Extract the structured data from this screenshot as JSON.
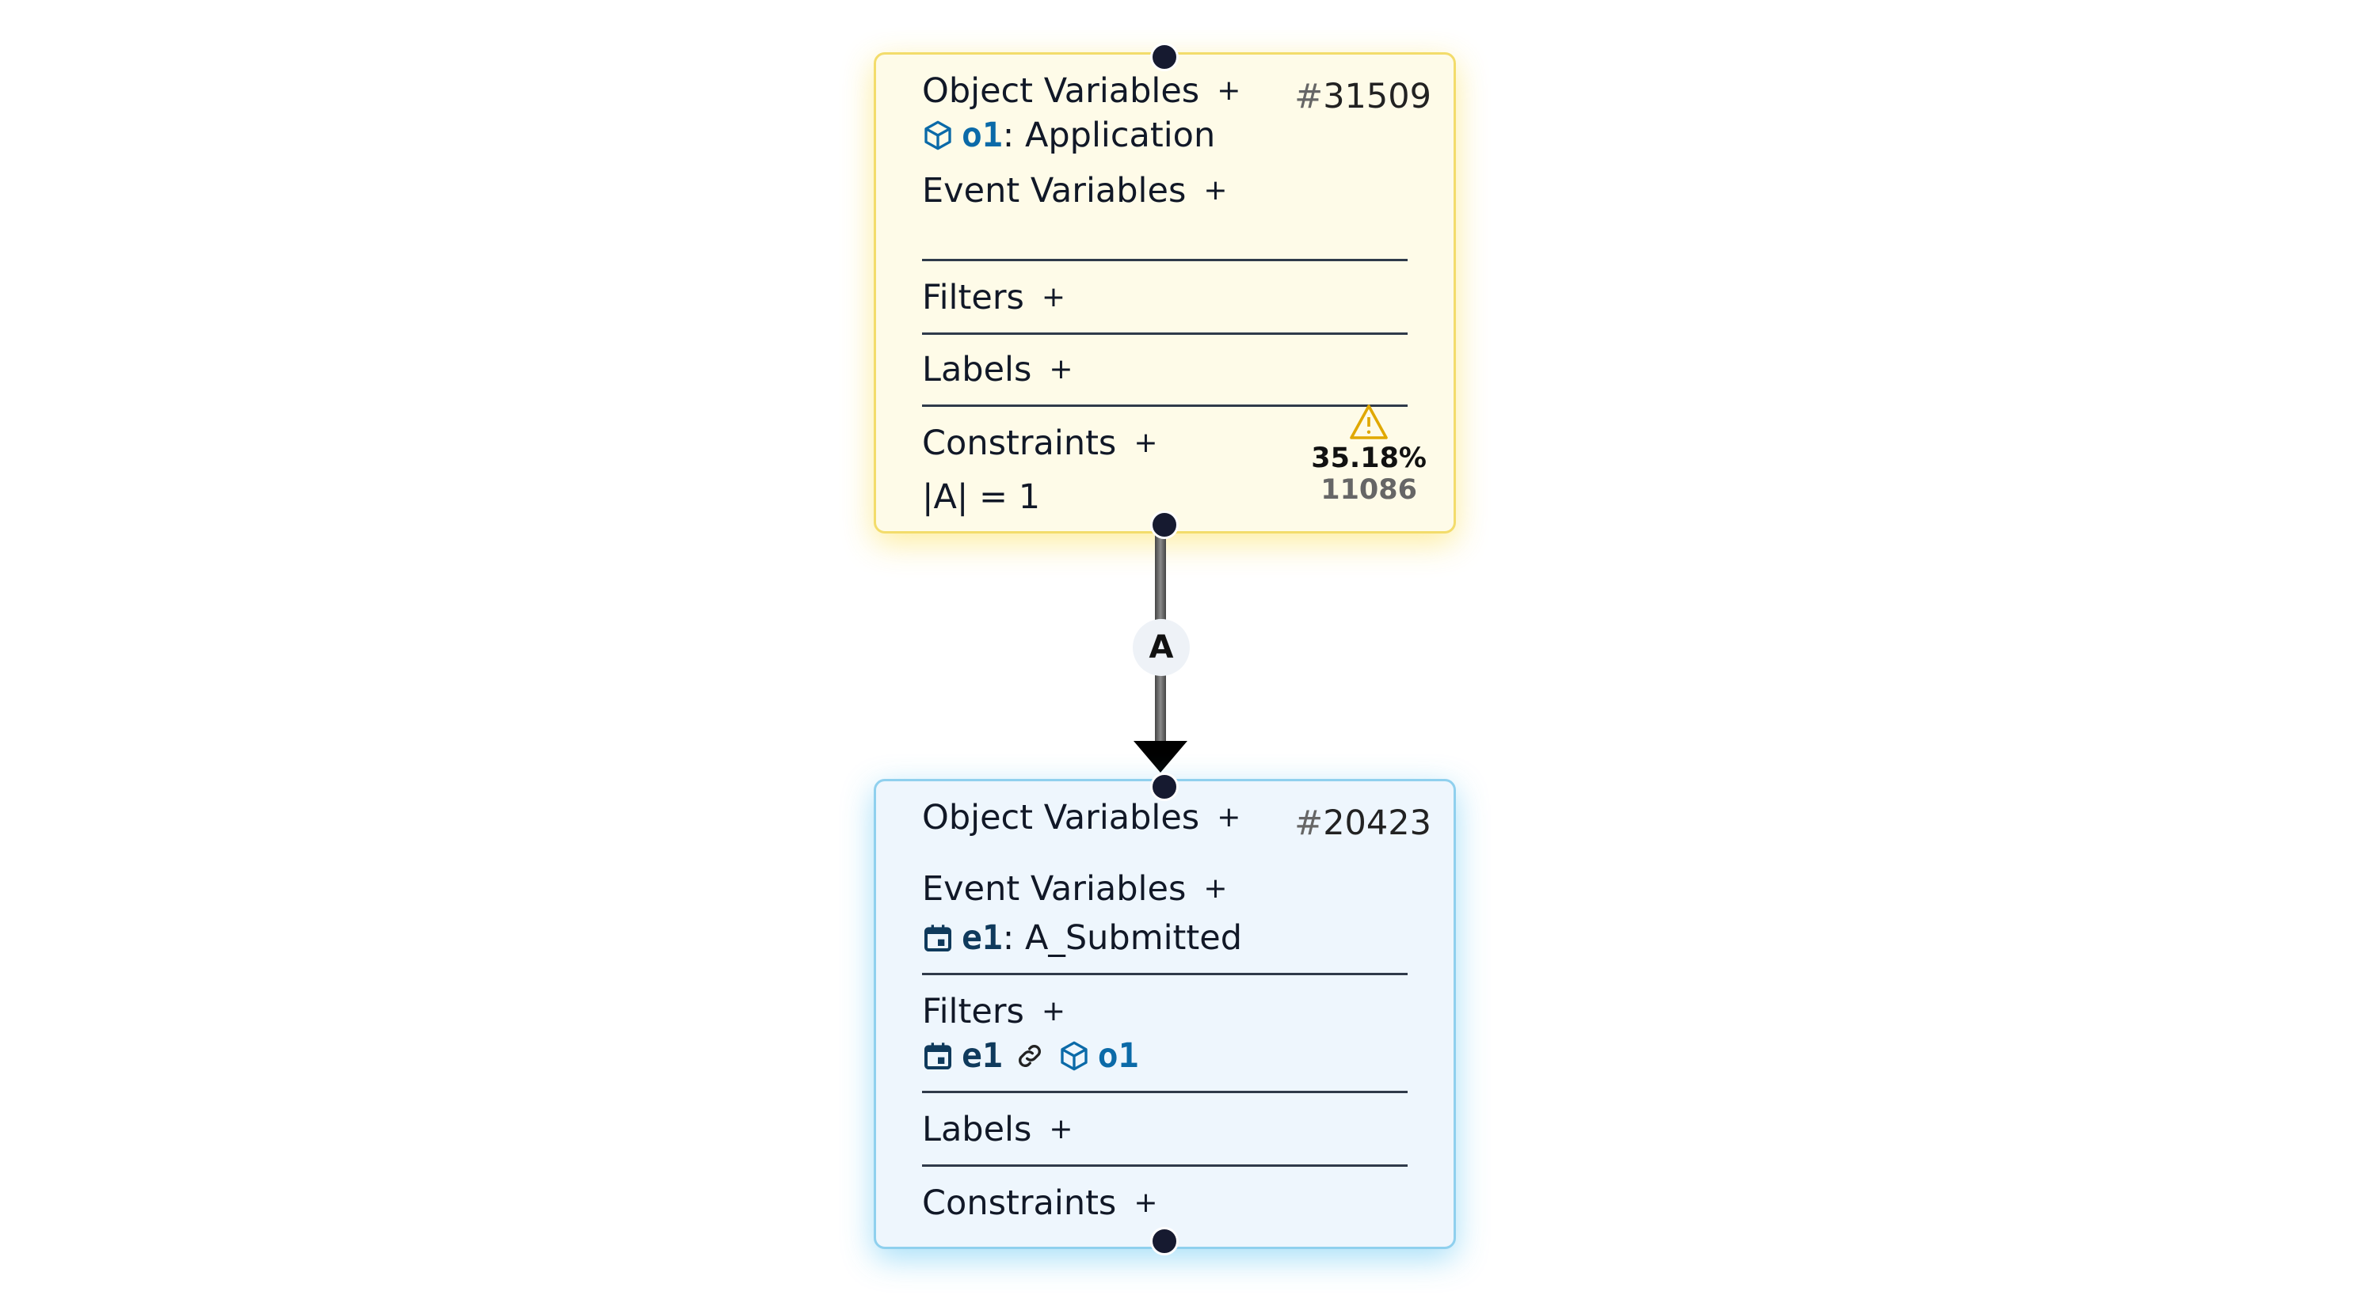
{
  "top_node": {
    "id": "31509",
    "hash": "#",
    "object_variables_label": "Object Variables",
    "event_variables_label": "Event Variables",
    "filters_label": "Filters",
    "labels_label": "Labels",
    "constraints_label": "Constraints",
    "plus": "+",
    "object_var": {
      "name": "o1",
      "sep": ":",
      "type": "Application",
      "icon": "cube-icon"
    },
    "constraint": "|A| = 1",
    "violation_percent": "35.18%",
    "violation_count": "11086",
    "warning_icon": "warning-icon"
  },
  "edge": {
    "label": "A"
  },
  "bottom_node": {
    "id": "20423",
    "hash": "#",
    "object_variables_label": "Object Variables",
    "event_variables_label": "Event Variables",
    "filters_label": "Filters",
    "labels_label": "Labels",
    "constraints_label": "Constraints",
    "plus": "+",
    "event_var": {
      "name": "e1",
      "sep": ":",
      "type": "A_Submitted",
      "icon": "calendar-icon"
    },
    "filter": {
      "event": "e1",
      "object": "o1",
      "link_icon": "link-icon"
    }
  },
  "colors": {
    "top_bg": "#fefbe8",
    "top_border": "#f3dc6b",
    "bottom_bg": "#eef6fd",
    "bottom_border": "#8fd0ee",
    "object_var": "#0b6aa8",
    "event_var": "#0f3a5c",
    "warning": "#e0a800"
  }
}
